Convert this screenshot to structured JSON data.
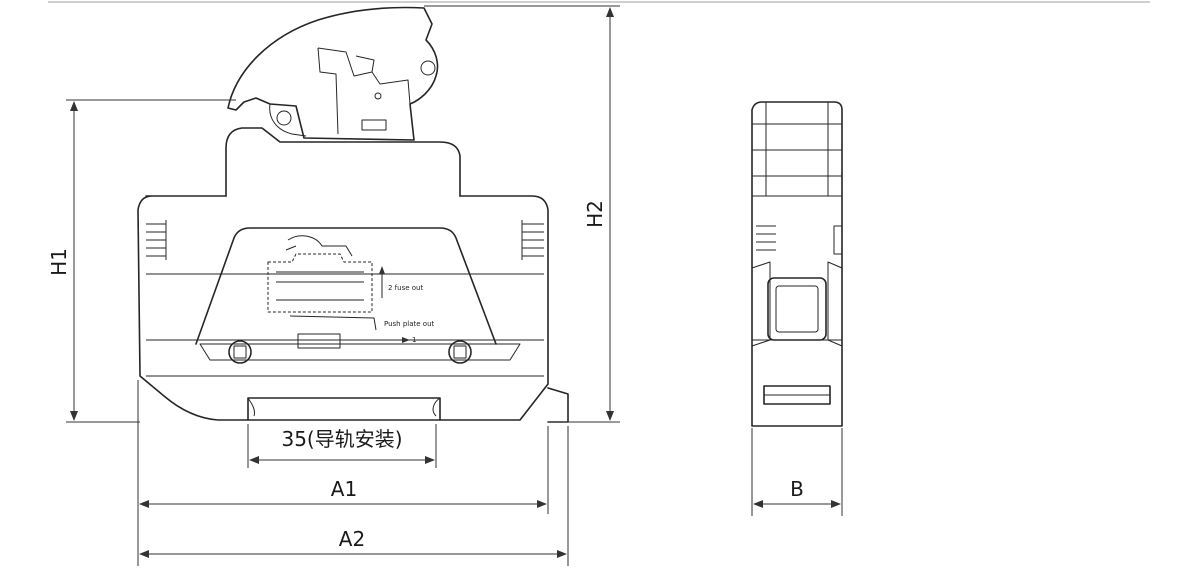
{
  "dimensions": {
    "h1": "H1",
    "h2": "H2",
    "a1": "A1",
    "a2": "A2",
    "b": "B",
    "rail": "35(导轨安装)"
  },
  "annotations": {
    "fuse_out": "2 fuse out",
    "push_plate_out": "Push plate out",
    "step_one": "1"
  }
}
